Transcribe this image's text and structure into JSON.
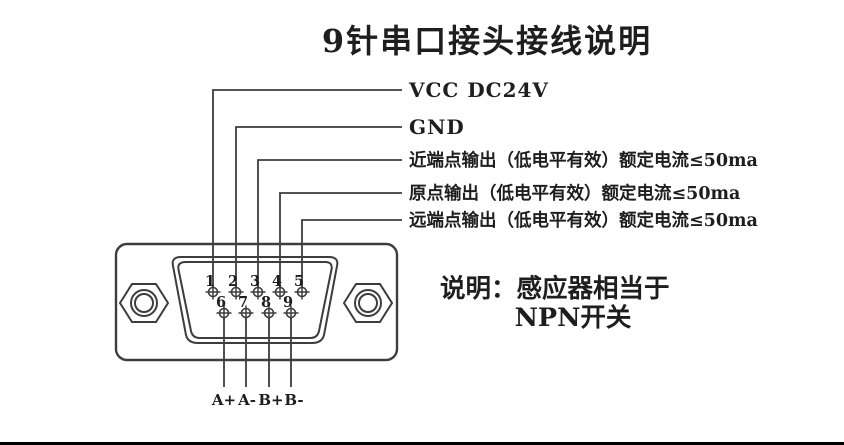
{
  "title": "9针串口接头接线说明",
  "pins": [
    "1",
    "2",
    "3",
    "4",
    "5",
    "6",
    "7",
    "8",
    "9"
  ],
  "wire_labels": [
    {
      "pin": "1",
      "label": "VCC DC24V"
    },
    {
      "pin": "2",
      "label": "GND"
    },
    {
      "pin": "3",
      "label": "近端点输出（低电平有效）额定电流≤50ma"
    },
    {
      "pin": "4",
      "label": "原点输出（低电平有效）额定电流≤50ma"
    },
    {
      "pin": "5",
      "label": "远端点输出（低电平有效）额定电流≤50ma"
    }
  ],
  "bottom_labels": [
    "A+",
    "A-",
    "B+",
    "B-"
  ],
  "note": {
    "line1": "说明：感应器相当于",
    "line2": "NPN开关"
  },
  "colors": {
    "line": "#3d3d3d",
    "text": "#1e1e1e",
    "background": "#ffffff",
    "bottom_bar": "#000000"
  }
}
